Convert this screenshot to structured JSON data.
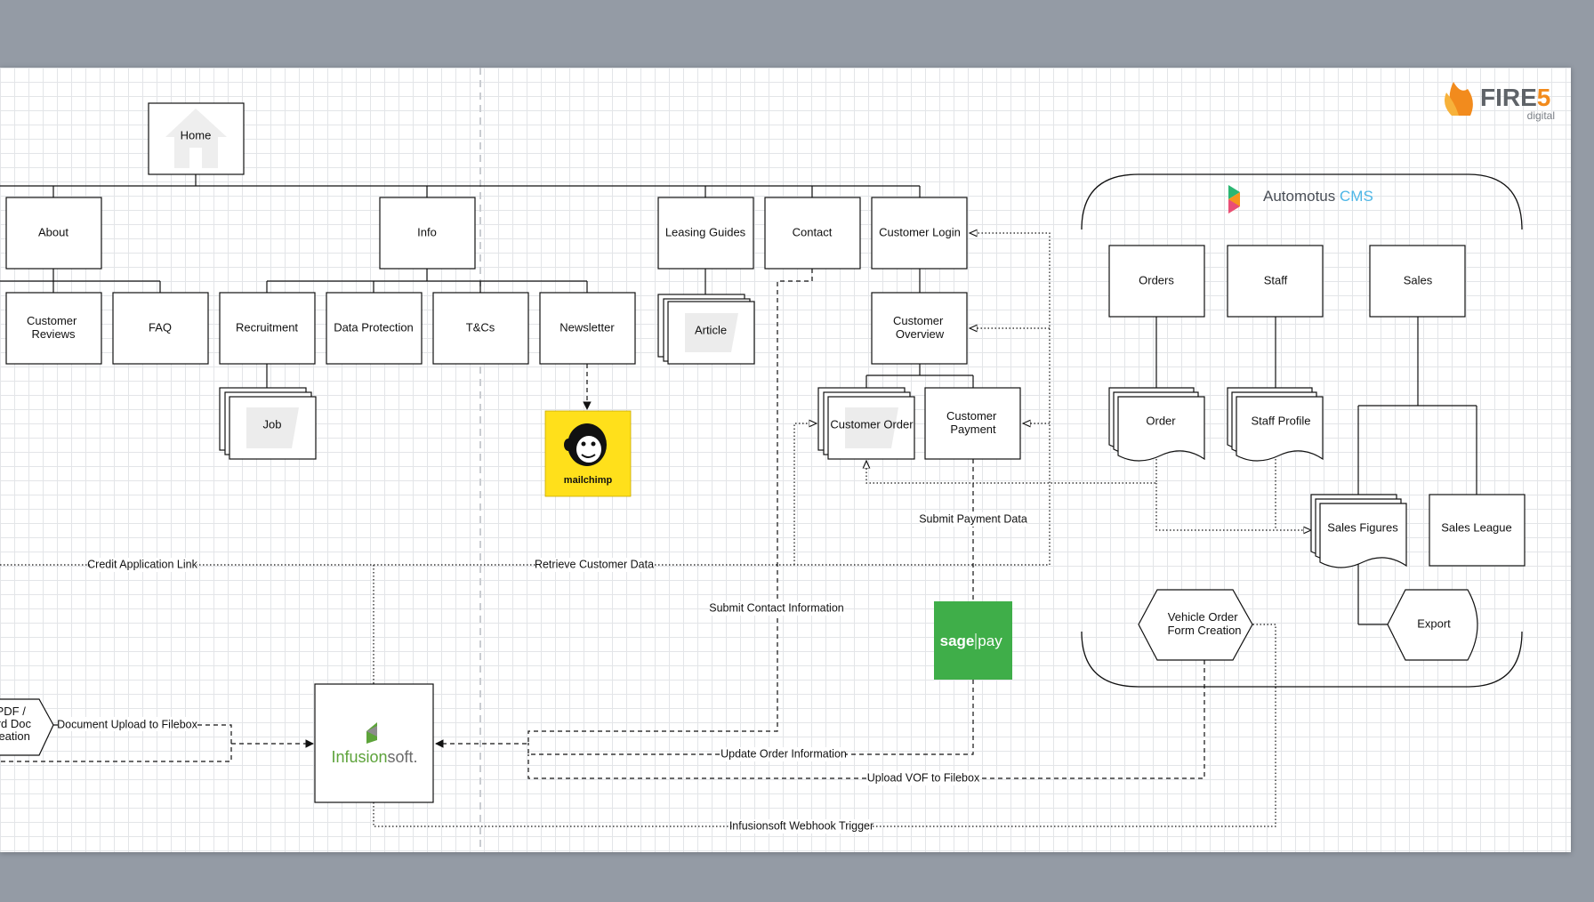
{
  "nodes": {
    "home": "Home",
    "about": "About",
    "info": "Info",
    "leasing_guides": "Leasing Guides",
    "contact": "Contact",
    "customer_login": "Customer Login",
    "customer_reviews": [
      "Customer",
      "Reviews"
    ],
    "faq": "FAQ",
    "recruitment": "Recruitment",
    "data_protection": "Data Protection",
    "tcs": "T&Cs",
    "newsletter": "Newsletter",
    "article": "Article",
    "customer_overview": [
      "Customer",
      "Overview"
    ],
    "job": "Job",
    "customer_order": "Customer Order",
    "customer_payment": [
      "Customer",
      "Payment"
    ],
    "orders": "Orders",
    "staff": "Staff",
    "sales": "Sales",
    "order": "Order",
    "staff_profile": "Staff Profile",
    "sales_figures": "Sales Figures",
    "sales_league": "Sales League",
    "vehicle_order_form": [
      "Vehicle Order",
      "Form Creation"
    ],
    "export": "Export",
    "pdf_doc_creation": [
      "PDF /",
      "ord Doc",
      "reation"
    ]
  },
  "edge_labels": {
    "credit_application_link": "Credit Application Link",
    "retrieve_customer_data": "Retrieve Customer Data",
    "submit_payment_data": "Submit Payment Data",
    "submit_contact_information": "Submit Contact Information",
    "document_upload": "Document Upload to Filebox",
    "update_order_information": "Update Order Information",
    "upload_vof": "Upload VOF to Filebox",
    "webhook_trigger": "Infusionsoft Webhook Trigger"
  },
  "logos": {
    "fire5_main": "FIRE",
    "fire5_digit": "5",
    "fire5_sub": "digital",
    "automotus_main": "Automotus",
    "automotus_sub": "CMS",
    "mailchimp": "mailchimp",
    "infusionsoft_main": "Infusion",
    "infusionsoft_sub": "soft.",
    "sagepay_sage": "sage",
    "sagepay_pay": "pay"
  },
  "colors": {
    "fire5_orange": "#f28b1d",
    "fire5_gray": "#5f6368",
    "automotus_blue": "#4db6e6",
    "mailchimp_yellow": "#ffe01b",
    "sagepay_green": "#3fae49",
    "infusionsoft_green": "#5da33a"
  }
}
